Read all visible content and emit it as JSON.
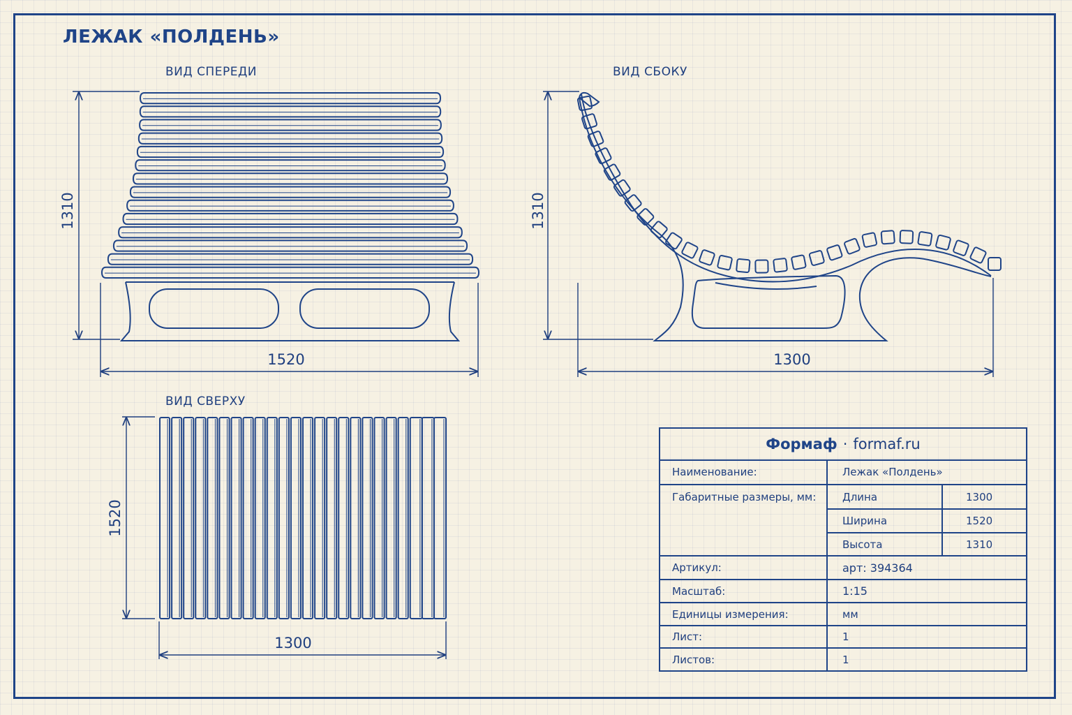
{
  "title": "ЛЕЖАК «ПОЛДЕНЬ»",
  "views": {
    "front": {
      "label": "ВИД СПЕРЕДИ",
      "height_dim": "1310",
      "width_dim": "1520"
    },
    "side": {
      "label": "ВИД СБОКУ",
      "height_dim": "1310",
      "length_dim": "1300"
    },
    "top": {
      "label": "ВИД СВЕРХУ",
      "width_dim": "1520",
      "length_dim": "1300"
    }
  },
  "title_block": {
    "brand": "Формаф",
    "separator": "·",
    "site": "formaf.ru",
    "rows": {
      "name_label": "Наименование:",
      "name_value": "Лежак «Полдень»",
      "dims_label": "Габаритные размеры, мм:",
      "length_label": "Длина",
      "length_value": "1300",
      "width_label": "Ширина",
      "width_value": "1520",
      "height_label": "Высота",
      "height_value": "1310",
      "article_label": "Артикул:",
      "article_value": "арт: 394364",
      "scale_label": "Масштаб:",
      "scale_value": "1:15",
      "units_label": "Единицы измерения:",
      "units_value": "мм",
      "sheet_label": "Лист:",
      "sheet_value": "1",
      "sheets_label": "Листов:",
      "sheets_value": "1"
    }
  },
  "colors": {
    "ink": "#1f4488",
    "paper": "#f6f1e3"
  }
}
